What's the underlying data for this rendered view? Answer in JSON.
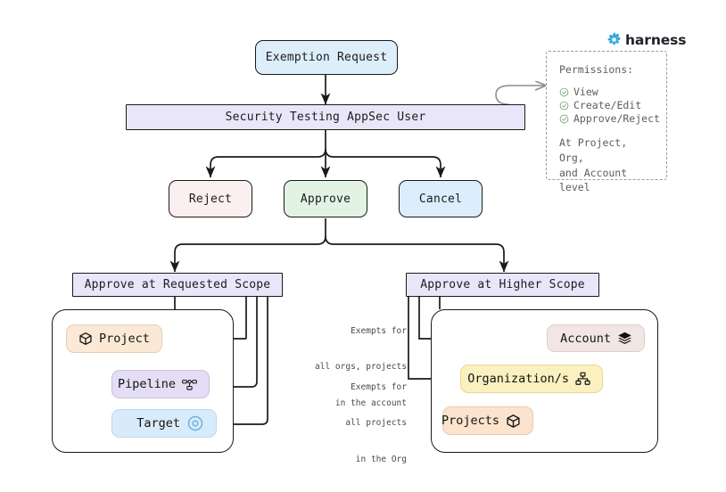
{
  "logo": {
    "brand": "harness",
    "mark_color": "#39a8e0",
    "icon": "harness-diamond-icon"
  },
  "flow": {
    "exemption_request": "Exemption Request",
    "user_bar": "Security Testing AppSec User",
    "actions": [
      {
        "label": "Reject",
        "color": "#fceff0"
      },
      {
        "label": "Approve",
        "color": "#e2f3e4"
      },
      {
        "label": "Cancel",
        "color": "#dceefc"
      }
    ],
    "scopes": [
      {
        "label": "Approve at Requested Scope"
      },
      {
        "label": "Approve at Higher Scope"
      }
    ]
  },
  "permissions": {
    "title": "Permissions:",
    "items": [
      "View",
      "Create/Edit",
      "Approve/Reject"
    ],
    "footer_line1": "At Project, Org,",
    "footer_line2": "and Account level",
    "check_color": "#6f9a6f"
  },
  "requested_scope": {
    "nodes": [
      {
        "label": "Project",
        "icon": "cube-outline-icon"
      },
      {
        "label": "Pipeline",
        "icon": "pipeline-nodes-icon"
      },
      {
        "label": "Target",
        "icon": "target-circle-icon"
      }
    ]
  },
  "higher_scope": {
    "nodes": [
      {
        "label": "Account",
        "icon": "layers-stack-icon"
      },
      {
        "label": "Organization/s",
        "icon": "org-chart-icon"
      },
      {
        "label": "Projects",
        "icon": "cube-outline-icon"
      }
    ]
  },
  "edge_labels": [
    {
      "line1": "Exempts for",
      "line2": "all orgs, projects",
      "line3": "in the account"
    },
    {
      "line1": "Exempts for",
      "line2": "all projects",
      "line3": "in the Org"
    }
  ]
}
